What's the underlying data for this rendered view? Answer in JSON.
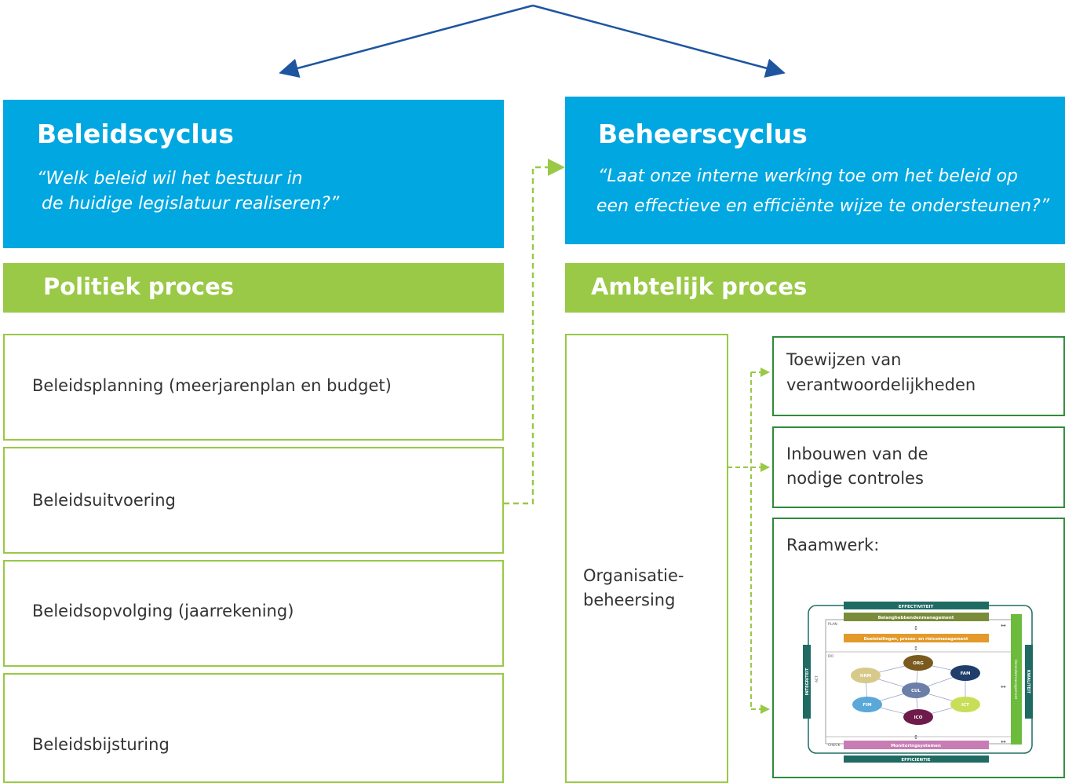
{
  "left": {
    "title": "Beleidscyclus",
    "quote_line1": "“Welk beleid wil het bestuur in",
    "quote_line2": "de huidige legislatuur realiseren?”",
    "process": "Politiek proces",
    "items": [
      "Beleidsplanning (meerjarenplan en budget)",
      "Beleidsuitvoering",
      "Beleidsopvolging (jaarrekening)",
      "Beleidsbijsturing"
    ]
  },
  "right": {
    "title": "Beheerscyclus",
    "quote_line1": "“Laat onze interne werking toe om het beleid op",
    "quote_line2": "een effectieve en efficiënte wijze te ondersteunen?”",
    "process": "Ambtelijk proces",
    "org_line1": "Organisatie-",
    "org_line2": "beheersing",
    "sub1_line1": "Toewijzen van",
    "sub1_line2": "verantwoordelijkheden",
    "sub2_line1": "Inbouwen van de",
    "sub2_line2": "nodige controles",
    "sub3": "Raamwerk:"
  },
  "framework": {
    "top": "EFFECTIVITEIT",
    "bottom": "EFFICIENTIE",
    "stakeholder": "Belanghebbendenmanagement",
    "objectives": "Doelstellingen, proces- en risicomanagement",
    "monitoring": "Monitoringsystemen",
    "plan": "PLAN",
    "do": "DO",
    "check": "CHECK",
    "act": "ACT",
    "left_side": "INTEGRITEIT",
    "right_side": "KWALITEIT",
    "right_inner": "Verandermanagement",
    "center": "CUL",
    "nodes": [
      "ORG",
      "FAM",
      "ICT",
      "ICO",
      "FIM",
      "HRM"
    ]
  },
  "colors": {
    "blue": "#00a7e1",
    "green": "#99c946",
    "dark_blue": "#1e55a0",
    "dark_green": "#2f8b3a",
    "teal": "#1f6b63"
  }
}
